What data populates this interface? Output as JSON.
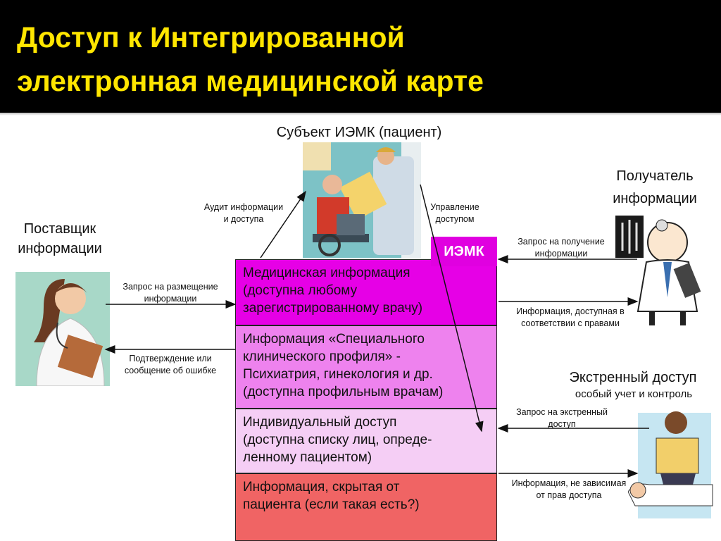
{
  "title": {
    "line1": "Доступ к Интегрированной",
    "line2": "электронная медицинской карте"
  },
  "subject": {
    "label": "Субъект ИЭМК (пациент)",
    "icon": "patient-doctor-illustration"
  },
  "provider": {
    "label_1": "Поставщик",
    "label_2": "информации",
    "icon": "nurse-with-clipboard-illustration"
  },
  "recipient": {
    "label_1": "Получатель",
    "label_2": "информации",
    "icon": "doctor-with-xray-illustration"
  },
  "emergency": {
    "label": "Экстренный доступ",
    "sublabel": "особый учет и контроль",
    "icon": "cpr-illustration"
  },
  "iemk": {
    "label": "ИЭМК"
  },
  "arrows": {
    "audit": [
      "Аудит информации",
      "и доступа"
    ],
    "access_mgmt": [
      "Управление",
      "доступом"
    ],
    "place_request": [
      "Запрос на размещение",
      "информации"
    ],
    "confirm": [
      "Подтверждение или",
      "сообщение об ошибке"
    ],
    "get_request": [
      "Запрос на получение",
      "информации"
    ],
    "rights_info": [
      "Информация, доступная в",
      "соответствии с правами"
    ],
    "emergency_request": [
      "Запрос на экстренный",
      "доступ"
    ],
    "independent_info": [
      "Информация, не зависимая",
      "от прав доступа"
    ]
  },
  "levels": [
    {
      "lines": [
        "Медицинская информация",
        "(доступна любому",
        "зарегистрированному врачу)"
      ],
      "color": "#e600e6"
    },
    {
      "lines": [
        "Информация «Специального",
        "клинического профиля» -",
        "Психиатрия, гинекология и др.",
        "(доступна профильным врачам)"
      ],
      "color": "#ee82ee"
    },
    {
      "lines": [
        "Индивидуальный доступ",
        "(доступна списку лиц, опреде-",
        "ленному пациентом)"
      ],
      "color": "#f5cef5"
    },
    {
      "lines": [
        "Информация, скрытая от",
        "пациента (если такая есть?)"
      ],
      "color": "#f06464"
    }
  ]
}
